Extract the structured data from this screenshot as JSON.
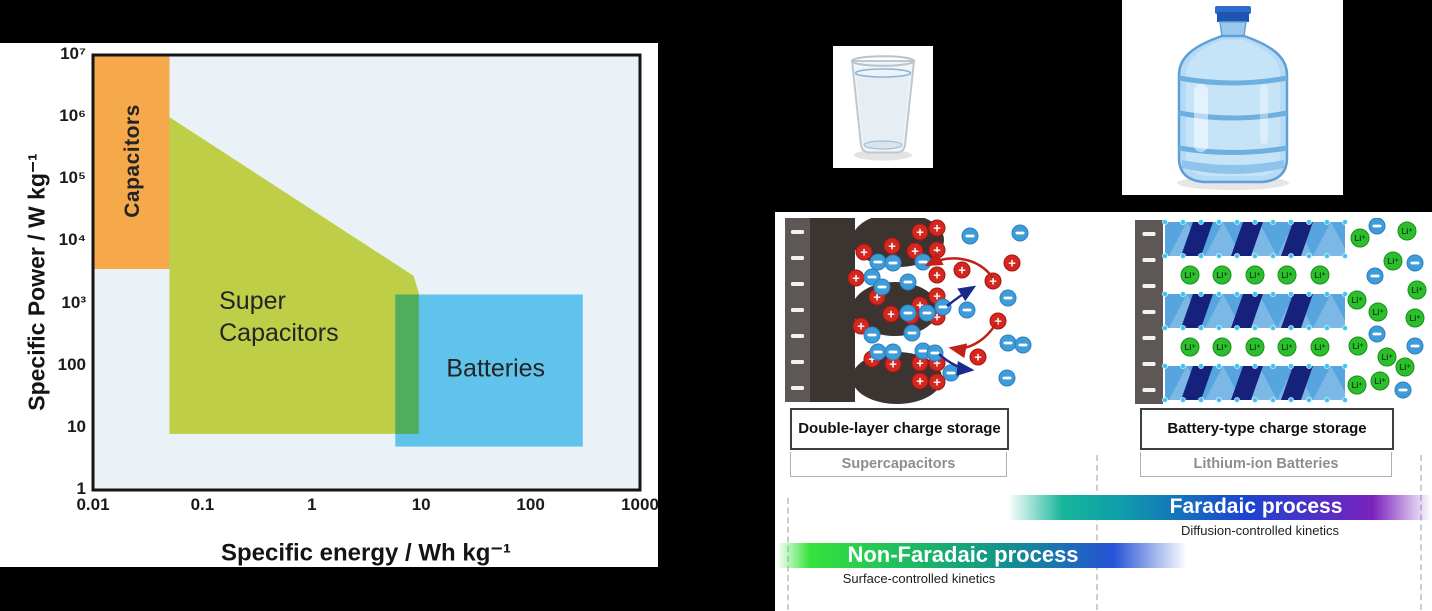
{
  "canvas": {
    "background": "#000000",
    "panel_background": "#ffffff"
  },
  "ragone_chart": {
    "chart_data": {
      "type": "area",
      "x_scale": "log",
      "y_scale": "log",
      "xlim": [
        0.01,
        1000
      ],
      "ylim": [
        1,
        10000000
      ],
      "xlabel": "Specific energy / Wh kg⁻¹",
      "ylabel": "Specific Power / W kg⁻¹",
      "plot_bg": "#EAF2F7",
      "frame_color": "#151515",
      "grid": false,
      "x_ticks": [
        {
          "v": 0.01,
          "label": "0.01"
        },
        {
          "v": 0.1,
          "label": "0.1"
        },
        {
          "v": 1,
          "label": "1"
        },
        {
          "v": 10,
          "label": "10"
        },
        {
          "v": 100,
          "label": "100"
        },
        {
          "v": 1000,
          "label": "1000"
        }
      ],
      "y_ticks": [
        {
          "v": 1,
          "label": "1"
        },
        {
          "v": 10,
          "label": "10"
        },
        {
          "v": 100,
          "label": "100"
        },
        {
          "v": 1000,
          "label": "10³"
        },
        {
          "v": 10000,
          "label": "10⁴"
        },
        {
          "v": 100000,
          "label": "10⁵"
        },
        {
          "v": 1000000,
          "label": "10⁶"
        },
        {
          "v": 10000000,
          "label": "10⁷"
        }
      ],
      "regions": [
        {
          "id": "capacitors",
          "label": "Capacitors",
          "color": "#F5A94B",
          "shape": "rect",
          "x": [
            0.01,
            0.05
          ],
          "y": [
            3600,
            10000000
          ],
          "label_anchor": [
            0.023,
            200000
          ]
        },
        {
          "id": "supercapacitors",
          "label": "Super\nCapacitors",
          "color": "#BECE46",
          "shape": "polygon",
          "points": [
            [
              0.05,
              1000000
            ],
            [
              8.5,
              2800
            ],
            [
              9.5,
              1500
            ],
            [
              9.5,
              8
            ],
            [
              0.05,
              8
            ]
          ],
          "label_anchor": [
            0.5,
            600
          ]
        },
        {
          "id": "batteries",
          "label": "Batteries",
          "color": "#5FC3EC",
          "shape": "rect",
          "x": [
            5.8,
            300
          ],
          "y": [
            5,
            1400
          ],
          "label_anchor": [
            48,
            90
          ]
        },
        {
          "id": "supercap-battery-overlap",
          "label": "",
          "color": "#4FAE5C",
          "shape": "rect",
          "x": [
            5.8,
            9.5
          ],
          "y": [
            8,
            1400
          ],
          "label_anchor": null
        }
      ]
    }
  },
  "analogy": {
    "glass_image": "glass-of-water",
    "jug_image": "water-cooler-jug"
  },
  "mechanism_panel": {
    "supercap_diagram": {
      "collector_color": "#5D5855",
      "electrode_color": "#3B3430",
      "cation": {
        "symbol": "+",
        "color": "#D3281F",
        "stroke": "#A91410"
      },
      "anion": {
        "symbol": "−",
        "color": "#3E9CD9",
        "stroke": "#2B7FC0"
      },
      "cations": [
        [
          135,
          14
        ],
        [
          152,
          10
        ],
        [
          107,
          28
        ],
        [
          130,
          33
        ],
        [
          79,
          34
        ],
        [
          152,
          32
        ],
        [
          71,
          60
        ],
        [
          152,
          57
        ],
        [
          92,
          79
        ],
        [
          135,
          87
        ],
        [
          152,
          78
        ],
        [
          106,
          96
        ],
        [
          126,
          98
        ],
        [
          152,
          99
        ],
        [
          76,
          108
        ],
        [
          87,
          141
        ],
        [
          108,
          146
        ],
        [
          135,
          145
        ],
        [
          152,
          145
        ],
        [
          135,
          163
        ],
        [
          152,
          164
        ],
        [
          227,
          45
        ],
        [
          177,
          52
        ],
        [
          208,
          63
        ],
        [
          213,
          103
        ],
        [
          193,
          139
        ]
      ],
      "anions": [
        [
          93,
          44
        ],
        [
          108,
          45
        ],
        [
          138,
          44
        ],
        [
          87,
          59
        ],
        [
          97,
          69
        ],
        [
          123,
          64
        ],
        [
          123,
          95
        ],
        [
          142,
          95
        ],
        [
          158,
          89
        ],
        [
          87,
          117
        ],
        [
          127,
          115
        ],
        [
          93,
          134
        ],
        [
          108,
          134
        ],
        [
          138,
          133
        ],
        [
          150,
          135
        ],
        [
          185,
          18
        ],
        [
          235,
          15
        ],
        [
          223,
          80
        ],
        [
          182,
          92
        ],
        [
          223,
          125
        ],
        [
          238,
          127
        ],
        [
          166,
          155
        ],
        [
          222,
          160
        ]
      ]
    },
    "liion_diagram": {
      "collector_color": "#5D5855",
      "lattice_light": "#57A5DE",
      "lattice_dark": "#16217C",
      "vertex_dot": "#3FC6F0",
      "li_ion": {
        "symbol": "Li⁺",
        "color": "#2DBE2D",
        "stroke": "#169016",
        "text_color": "#07450A"
      },
      "anion": {
        "symbol": "−",
        "color": "#3E9CD9",
        "stroke": "#2B7FC0"
      },
      "li_rows": [
        {
          "y": 57,
          "x": [
            55,
            87,
            120,
            152,
            185
          ]
        },
        {
          "y": 129,
          "x": [
            55,
            87,
            120,
            152,
            185
          ]
        }
      ],
      "free_li": [
        [
          225,
          20
        ],
        [
          272,
          13
        ],
        [
          258,
          43
        ],
        [
          282,
          72
        ],
        [
          222,
          82
        ],
        [
          243,
          94
        ],
        [
          280,
          100
        ],
        [
          223,
          128
        ],
        [
          252,
          139
        ],
        [
          270,
          149
        ],
        [
          222,
          167
        ],
        [
          245,
          163
        ]
      ],
      "free_anions": [
        [
          242,
          8
        ],
        [
          280,
          45
        ],
        [
          240,
          58
        ],
        [
          242,
          116
        ],
        [
          280,
          128
        ],
        [
          268,
          172
        ]
      ]
    },
    "labels": {
      "double_layer_title": "Double-layer charge storage",
      "double_layer_sub": "Supercapacitors",
      "battery_title": "Battery-type charge storage",
      "battery_sub": "Lithium-ion Batteries"
    },
    "process_bars": {
      "faradaic": {
        "label": "Faradaic process",
        "sublabel": "Diffusion-controlled kinetics",
        "gradient": [
          "rgba(255,255,255,0) 0%",
          "#16B59A 13%",
          "#0F9FA9 26%",
          "#1B43D0 56%",
          "#7A22BD 86%",
          "rgba(167,73,199,0) 100%"
        ]
      },
      "non_faradaic": {
        "label": "Non-Faradaic process",
        "sublabel": "Surface-controlled kinetics",
        "gradient": [
          "rgba(255,255,255,0) 0%",
          "#35E23A 8%",
          "#1DBF5E 30%",
          "#12938B 55%",
          "#2553D6 82%",
          "rgba(80,110,220,0) 100%"
        ]
      }
    }
  }
}
